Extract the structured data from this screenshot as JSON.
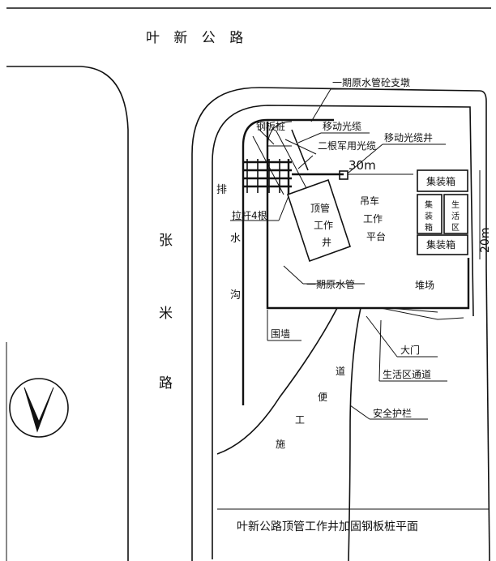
{
  "roads": {
    "top": "叶 新 公 路",
    "left": [
      "张",
      "米",
      "路"
    ]
  },
  "labels": {
    "pipe_support": "一期原水管砼支墩",
    "steel_pile": "钢板桩",
    "mobile_cable": "移动光缆",
    "mil_cable": "二根军用光缆",
    "cable_well": "移动光缆井",
    "dim_30": "30m",
    "drain": "排",
    "drain_v": [
      "水",
      "沟"
    ],
    "tie_rods": "拉杆4根",
    "jack_well": [
      "顶管",
      "工作",
      "井"
    ],
    "crane": [
      "吊车",
      "工作",
      "平台"
    ],
    "container_top": "集装箱",
    "container_mid": [
      "集",
      "装",
      "箱"
    ],
    "living": [
      "生",
      "活",
      "区"
    ],
    "container_bot": "集装箱",
    "dim_20": "20m",
    "pipe_main": "一期原水管",
    "yard": "堆场",
    "wall": "围墙",
    "gate": "大门",
    "living_passage": "生活区通道",
    "rail": "安全护栏",
    "road_const": [
      "道",
      "便",
      "工",
      "施"
    ],
    "caption": "叶新公路顶管工作井加固钢板桩平面"
  },
  "north_symbol": "north-arrow-icon"
}
